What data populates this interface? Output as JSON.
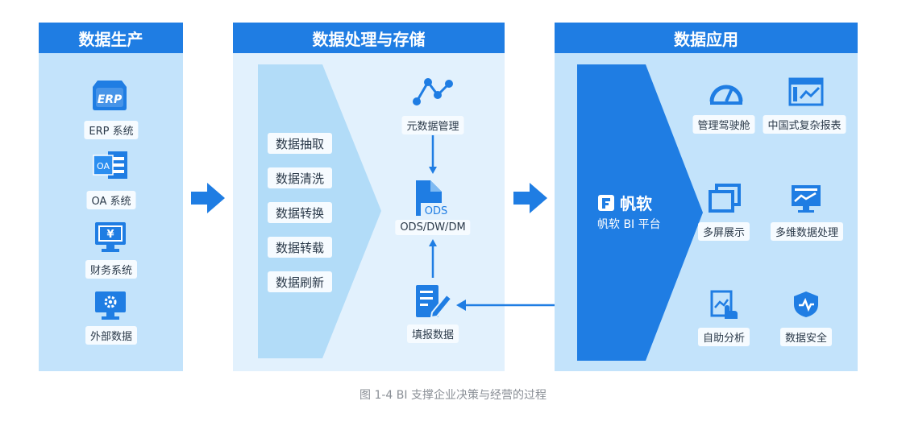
{
  "production": {
    "title": "数据生产",
    "sources": [
      {
        "label": "ERP 系统",
        "icon": "erp-icon",
        "icon_text": "ERP"
      },
      {
        "label": "OA 系统",
        "icon": "oa-icon",
        "icon_text": "OA"
      },
      {
        "label": "财务系统",
        "icon": "yen-monitor-icon",
        "icon_text": "¥"
      },
      {
        "label": "外部数据",
        "icon": "gear-monitor-icon"
      }
    ]
  },
  "processing": {
    "title": "数据处理与存储",
    "steps": [
      "数据抽取",
      "数据清洗",
      "数据转换",
      "数据转载",
      "数据刷新"
    ],
    "metadata_label": "元数据管理",
    "ods_icon_text": "ODS",
    "ods_label": "ODS/DW/DM",
    "fill_label": "填报数据"
  },
  "application": {
    "title": "数据应用",
    "brand": "帆软",
    "platform": "帆软 BI 平台",
    "apps": [
      {
        "label": "管理驾驶舱",
        "icon": "gauge-icon"
      },
      {
        "label": "中国式复杂报表",
        "icon": "report-chart-icon"
      },
      {
        "label": "多屏展示",
        "icon": "multi-screen-icon"
      },
      {
        "label": "多维数据处理",
        "icon": "monitor-chart-icon"
      },
      {
        "label": "自助分析",
        "icon": "touch-analysis-icon"
      },
      {
        "label": "数据安全",
        "icon": "shield-icon"
      }
    ]
  },
  "caption": "图 1-4  BI 支撑企业决策与经营的过程",
  "colors": {
    "primary": "#1f7de3",
    "panel": "#c3e3fb",
    "light_panel": "#e2f1fd",
    "inner_band": "#b2dcf8",
    "label_bg": "#f6fbff"
  }
}
